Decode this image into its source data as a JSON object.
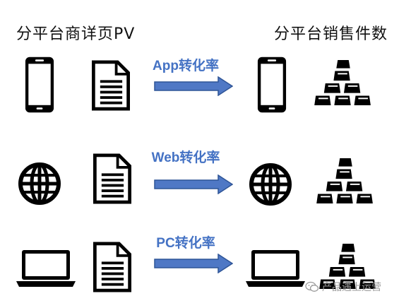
{
  "headers": {
    "left": "分平台商详页PV",
    "right": "分平台销售件数"
  },
  "rows": [
    {
      "platform": "phone",
      "arrow_label": "App转化率"
    },
    {
      "platform": "globe",
      "arrow_label": "Web转化率"
    },
    {
      "platform": "laptop",
      "arrow_label": "PC转化率"
    }
  ],
  "colors": {
    "arrow_fill": "#4f78c5",
    "arrow_stroke": "#2f5597",
    "label_color": "#4472c4",
    "icon_color": "#000000"
  },
  "watermark": {
    "text": "产品遇上运营"
  }
}
